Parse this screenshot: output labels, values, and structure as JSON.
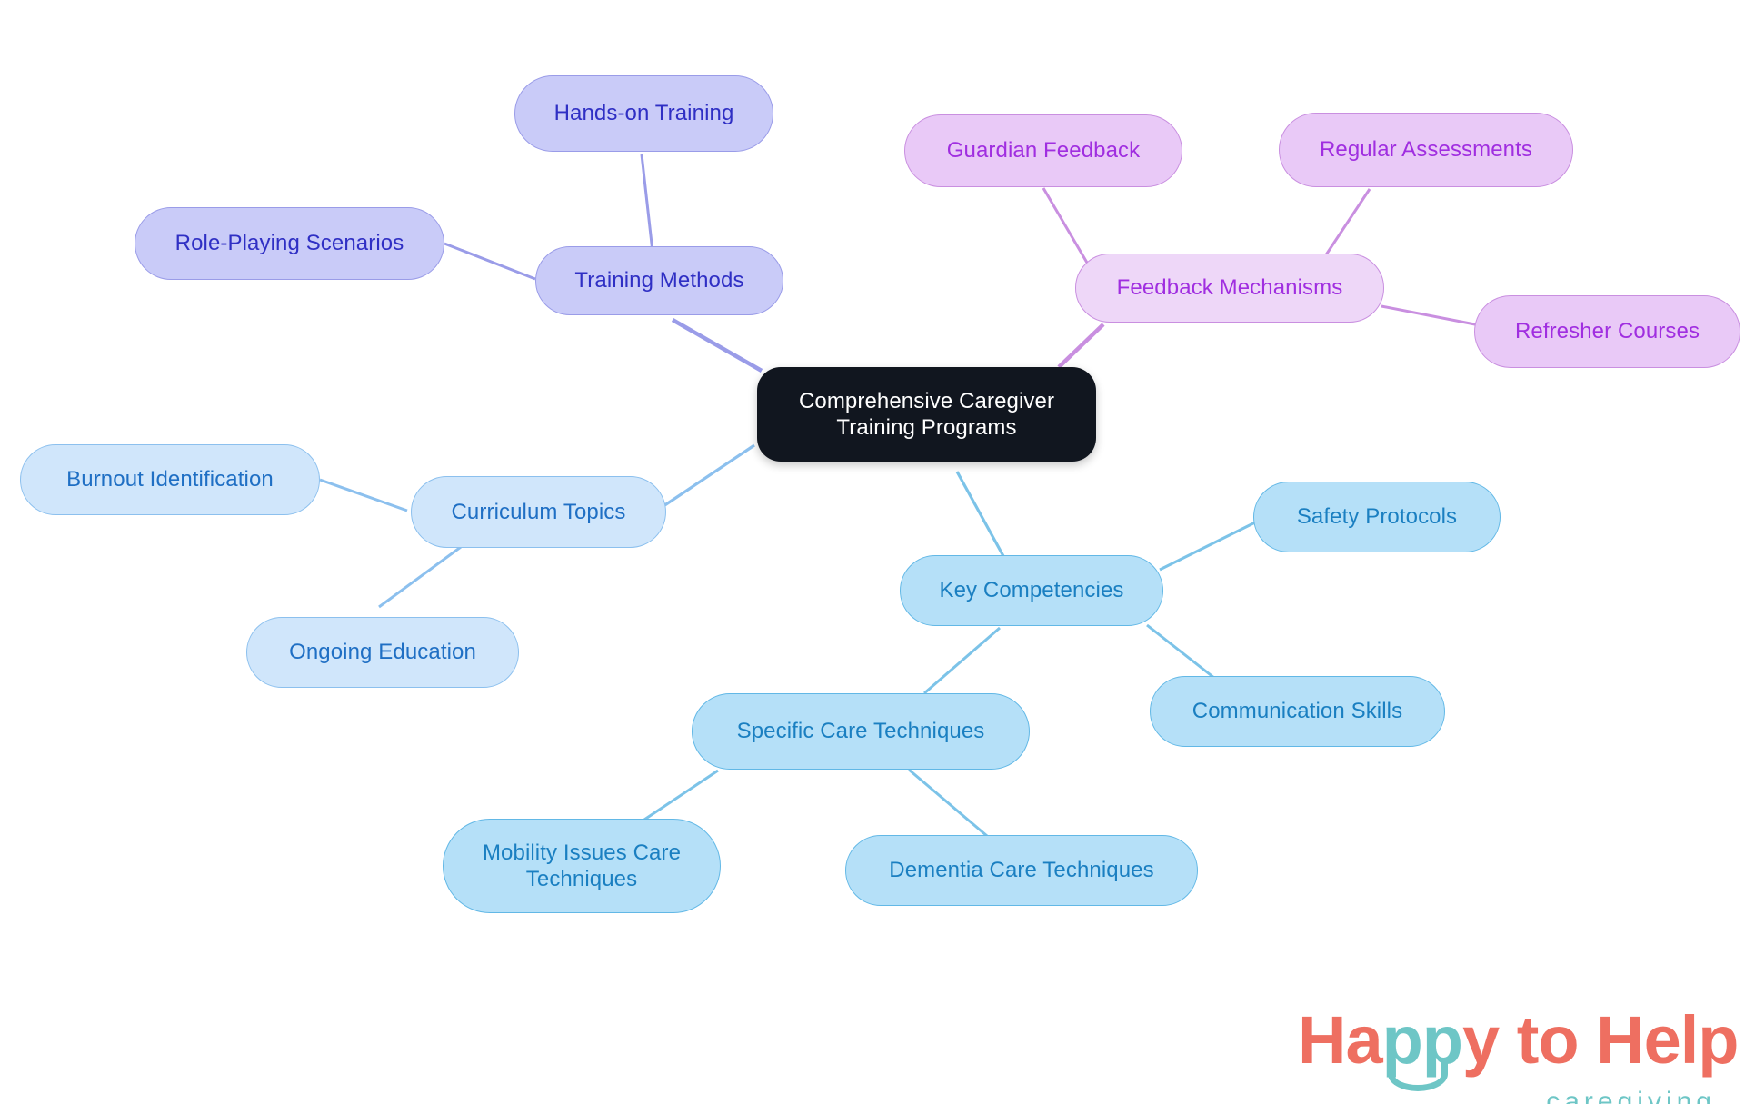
{
  "diagram": {
    "type": "mindmap",
    "title": "Comprehensive Caregiver Training Programs",
    "background": "#ffffff"
  },
  "palette": {
    "root_fill": "#11161f",
    "root_text": "#ffffff",
    "purple_fill": "#c9cbf8",
    "purple_border": "#9a9ce8",
    "purple_text": "#2f2fc4",
    "orchid_fill": "#e9c9f7",
    "orchid_border": "#c98fe0",
    "orchid_text": "#a02ee0",
    "orchid_light_fill": "#eed7f8",
    "sky_fill": "#b5e0f8",
    "sky_border": "#62b8e6",
    "sky_text": "#1a7fc1",
    "pale_blue_fill": "#d0e6fb",
    "pale_blue_border": "#8cc0ee",
    "pale_blue_text": "#1f6fc4",
    "edge_purple": "#9a9ce8",
    "edge_orchid": "#c98fe0",
    "edge_sky": "#7cc3e8",
    "edge_pale": "#8cc0ee",
    "logo_coral": "#ee6f61",
    "logo_teal": "#6ec6c6"
  },
  "nodes": {
    "root": {
      "label": "Comprehensive Caregiver\nTraining Programs"
    },
    "training_methods": {
      "label": "Training Methods"
    },
    "hands_on_training": {
      "label": "Hands-on Training"
    },
    "role_playing_scenarios": {
      "label": "Role-Playing Scenarios"
    },
    "feedback_mechanisms": {
      "label": "Feedback Mechanisms"
    },
    "guardian_feedback": {
      "label": "Guardian Feedback"
    },
    "regular_assessments": {
      "label": "Regular Assessments"
    },
    "refresher_courses": {
      "label": "Refresher Courses"
    },
    "curriculum_topics": {
      "label": "Curriculum Topics"
    },
    "burnout_identification": {
      "label": "Burnout Identification"
    },
    "ongoing_education": {
      "label": "Ongoing Education"
    },
    "key_competencies": {
      "label": "Key Competencies"
    },
    "safety_protocols": {
      "label": "Safety Protocols"
    },
    "communication_skills": {
      "label": "Communication Skills"
    },
    "specific_care_techniques": {
      "label": "Specific Care Techniques"
    },
    "mobility_issues_care_techniques": {
      "label": "Mobility Issues Care\nTechniques"
    },
    "dementia_care_techniques": {
      "label": "Dementia Care Techniques"
    }
  },
  "branches": [
    {
      "name": "Training Methods",
      "color": "#9a9ce8",
      "children": [
        "Hands-on Training",
        "Role-Playing Scenarios"
      ]
    },
    {
      "name": "Feedback Mechanisms",
      "color": "#c98fe0",
      "children": [
        "Guardian Feedback",
        "Regular Assessments",
        "Refresher Courses"
      ]
    },
    {
      "name": "Curriculum Topics",
      "color": "#8cc0ee",
      "children": [
        "Burnout Identification",
        "Ongoing Education"
      ]
    },
    {
      "name": "Key Competencies",
      "color": "#7cc3e8",
      "children": [
        "Safety Protocols",
        "Communication Skills",
        "Specific Care Techniques"
      ]
    },
    {
      "name": "Specific Care Techniques",
      "color": "#7cc3e8",
      "children": [
        "Mobility Issues Care Techniques",
        "Dementia Care Techniques"
      ]
    }
  ],
  "logo": {
    "line1_part1": "Ha",
    "line1_part2": "pp",
    "line1_part3": "y to Hel",
    "line1_part4": "p",
    "line2": "caregiving"
  }
}
